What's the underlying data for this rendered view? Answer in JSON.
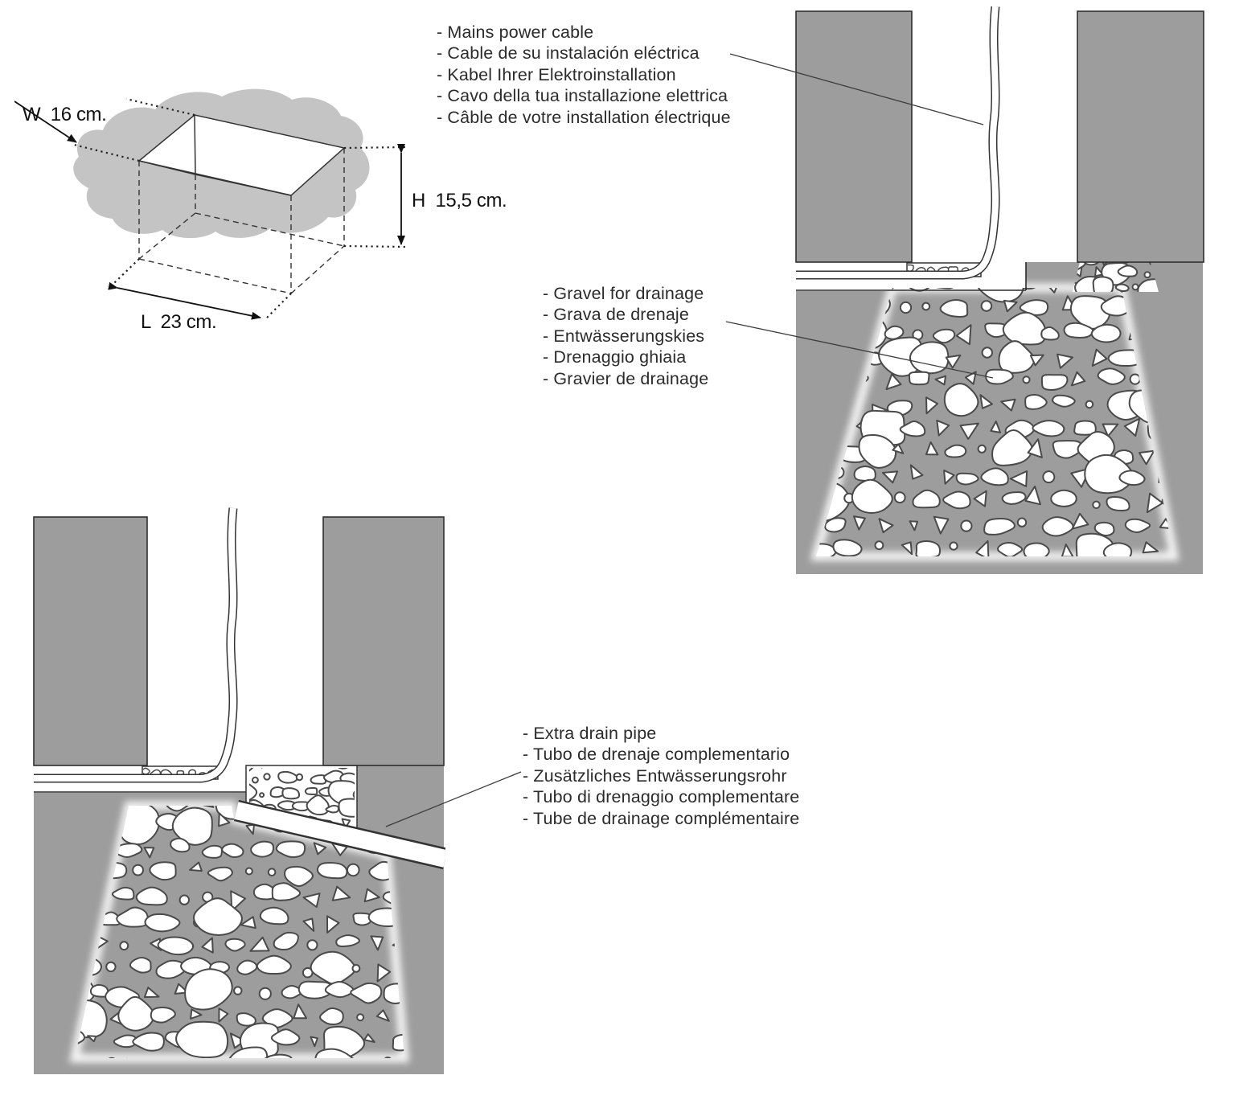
{
  "colors": {
    "soil_gray": "#9d9d9d",
    "ground_blob_gray": "#c4c4c4",
    "text": "#2b2b2b",
    "stone_outline": "#4a4a4a"
  },
  "dimension_diagram": {
    "width_label": "W  16 cm.",
    "height_label": "H  15,5 cm.",
    "length_label": "L  23 cm."
  },
  "figure_labels": {
    "mains_power_cable": {
      "lines": [
        "- Mains power cable",
        "- Cable de su instalación eléctrica",
        "- Kabel Ihrer Elektroinstallation",
        "- Cavo della tua installazione elettrica",
        "- Câble de votre installation électrique"
      ]
    },
    "gravel_for_drainage": {
      "lines": [
        "- Gravel for drainage",
        "- Grava de drenaje",
        "- Entwässerungskies",
        "- Drenaggio ghiaia",
        "- Gravier de drainage"
      ]
    },
    "extra_drain_pipe": {
      "lines": [
        "- Extra drain pipe",
        "- Tubo de drenaje complementario",
        "- Zusätzliches Entwässerungsrohr",
        "- Tubo di drenaggio complementare",
        "- Tube de drainage complémentaire"
      ]
    }
  }
}
